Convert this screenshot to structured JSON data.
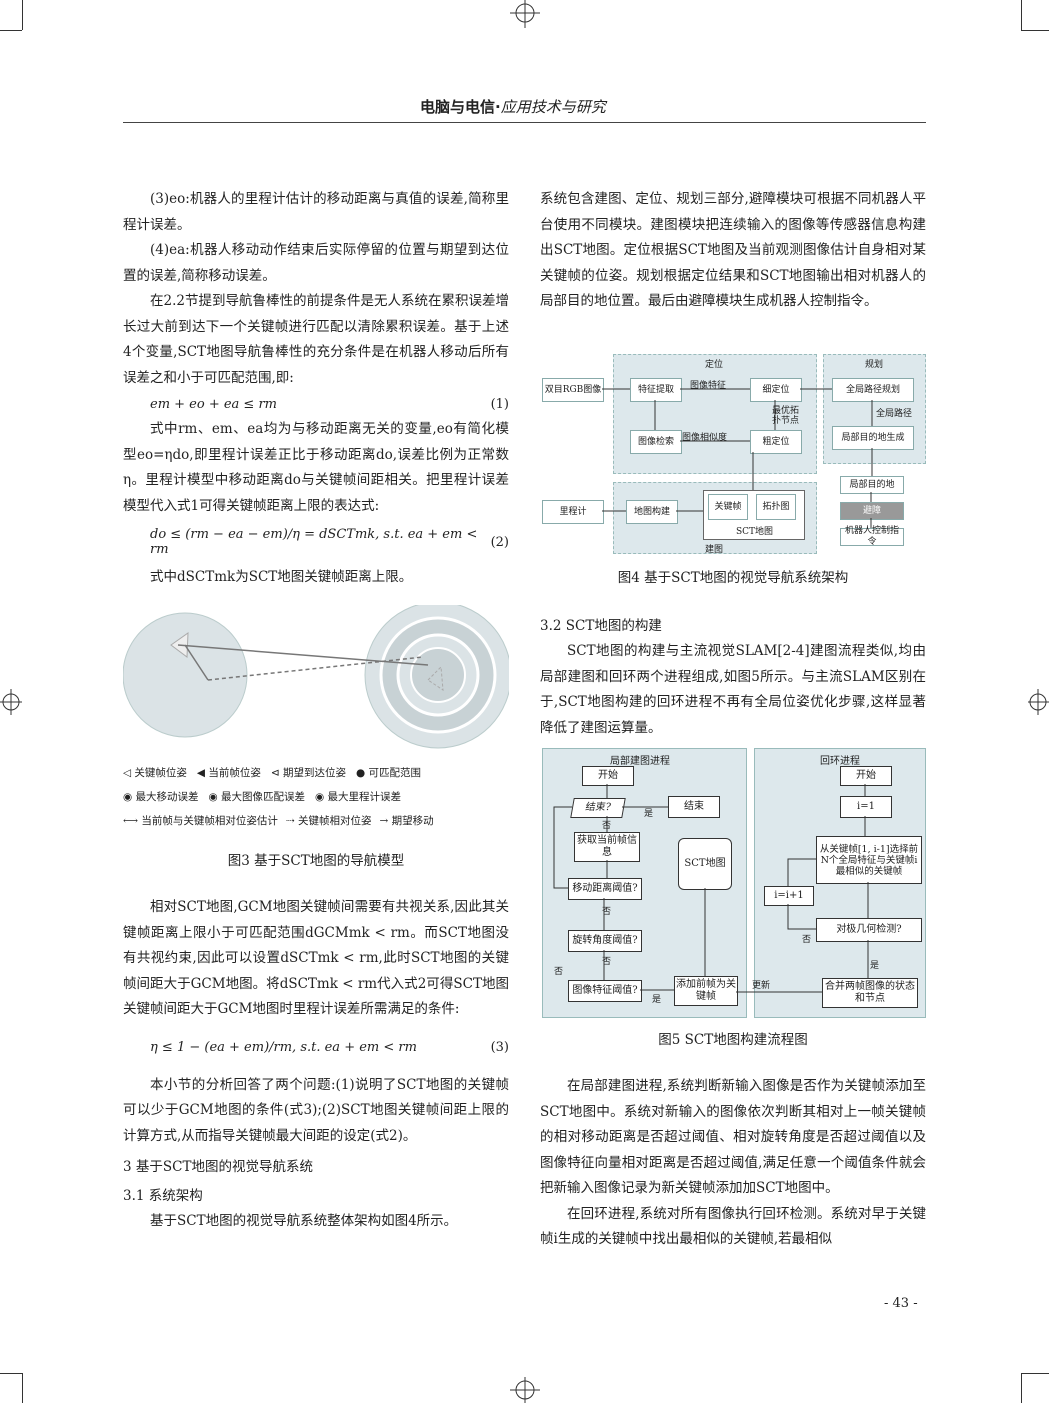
{
  "header": {
    "journal": "电脑与电信",
    "section": "应用技术与研究"
  },
  "left": {
    "p1": "(3)eo:机器人的里程计估计的移动距离与真值的误差,简称里程计误差。",
    "p2": "(4)ea:机器人移动动作结束后实际停留的位置与期望到达位置的误差,简称移动误差。",
    "p3": "在2.2节提到导航鲁棒性的前提条件是无人系统在累积误差增长过大前到达下一个关键帧进行匹配以清除累积误差。基于上述4个变量,SCT地图导航鲁棒性的充分条件是在机器人移动后所有误差之和小于可匹配范围,即:",
    "eq1": "em + eo + ea ≤ rm",
    "eq1_num": "(1)",
    "p4": "式中rm、em、ea均为与移动距离无关的变量,eo有简化模型eo=ηdo,即里程计误差正比于移动距离do,误差比例为正常数η。里程计模型中移动距离do与关键帧间距相关。把里程计误差模型代入式1可得关键帧距离上限的表达式:",
    "eq2": "do ≤ (rm − ea − em)/η = dSCTmk,   s.t. ea + em < rm",
    "eq2_num": "(2)",
    "p5": "式中dSCTmk为SCT地图关键帧距离上限。",
    "p6": "相对SCT地图,GCM地图关键帧间需要有共视关系,因此其关键帧距离上限小于可匹配范围dGCMmk < rm。而SCT地图没有共视约束,因此可以设置dSCTmk < rm,此时SCT地图的关键帧间距大于GCM地图。将dSCTmk < rm代入式2可得SCT地图关键帧间距大于GCM地图时里程计误差所需满足的条件:",
    "eq3": "η ≤ 1 − (ea + em)/rm,   s.t. ea + em < rm",
    "eq3_num": "(3)",
    "p7": "本小节的分析回答了两个问题:(1)说明了SCT地图的关键帧可以少于GCM地图的条件(式3);(2)SCT地图关键帧间距上限的计算方式,从而指导关键帧最大间距的设定(式2)。",
    "h3": "3   基于SCT地图的视觉导航系统",
    "h31": "3.1   系统架构",
    "p8": "基于SCT地图的视觉导航系统整体架构如图4所示。"
  },
  "fig3": {
    "caption": "图3   基于SCT地图的导航模型",
    "legend": [
      "关键帧位姿",
      "当前帧位姿",
      "期望到达位姿",
      "可匹配范围",
      "最大移动误差",
      "最大图像匹配误差",
      "最大里程计误差",
      "当前帧与关键帧相对位姿估计",
      "关键帧相对位姿",
      "期望移动"
    ]
  },
  "right": {
    "p1": "系统包含建图、定位、规划三部分,避障模块可根据不同机器人平台使用不同模块。建图模块把连续输入的图像等传感器信息构建出SCT地图。定位根据SCT地图及当前观测图像估计自身相对某关键帧的位姿。规划根据定位结果和SCT地图输出相对机器人的局部目的地位置。最后由避障模块生成机器人控制指令。",
    "h32": "3.2   SCT地图的构建",
    "p2": "SCT地图的构建与主流视觉SLAM[2-4]建图流程类似,均由局部建图和回环两个进程组成,如图5所示。与主流SLAM区别在于,SCT地图构建的回环进程不再有全局位姿优化步骤,这样显著降低了建图运算量。",
    "p3": "在局部建图进程,系统判断新输入图像是否作为关键帧添加至SCT地图中。系统对新输入的图像依次判断其相对上一帧关键帧的相对移动距离是否超过阈值、相对旋转角度是否超过阈值以及图像特征向量相对距离是否超过阈值,满足任意一个阈值条件就会把新输入图像记录为新关键帧添加加SCT地图中。",
    "p4": "在回环进程,系统对所有图像执行回环检测。系统对早于关键帧i生成的关键帧中找出最相似的关键帧,若最相似"
  },
  "fig4": {
    "caption": "图4   基于SCT地图的视觉导航系统架构",
    "labels": {
      "loc": "定位",
      "plan": "规划",
      "build": "建图",
      "stereo": "双目RGB图像",
      "feat": "特征提取",
      "imgfeat": "图像特征",
      "fine": "细定位",
      "best": "最优拓扑节点",
      "retr": "图像检索",
      "sim": "图像相似度",
      "coarse": "粗定位",
      "gpath": "全局路径规划",
      "gpathlbl": "全局路径",
      "ldest": "局部目的地生成",
      "odo": "里程计",
      "mapb": "地图构建",
      "kf": "关键帧",
      "topo": "拓扑图",
      "sct": "SCT地图",
      "ldest2": "局部目的地",
      "avoid": "避障",
      "ctrl": "机器人控制指令"
    }
  },
  "fig5": {
    "caption": "图5   SCT地图构建流程图",
    "labels": {
      "local": "局部建图进程",
      "loop": "回环进程",
      "start": "开始",
      "start2": "开始",
      "end_q": "结束?",
      "yes": "是",
      "end": "结束",
      "no": "否",
      "get": "获取当前帧信息",
      "map": "SCT地图",
      "move": "移动距离阈值?",
      "rot": "旋转角度阈值?",
      "featq": "图像特征阈值?",
      "add": "添加前帧为关键帧",
      "i1": "i=1",
      "select": "从关键帧[1, i-1]选择前N个全局特征与关键帧i最相似的关键帧",
      "ii": "i=i+1",
      "geo": "对极几何检测?",
      "update": "更新",
      "merge": "合并两帧图像的状态和节点"
    }
  },
  "page_number": "- 43 -"
}
